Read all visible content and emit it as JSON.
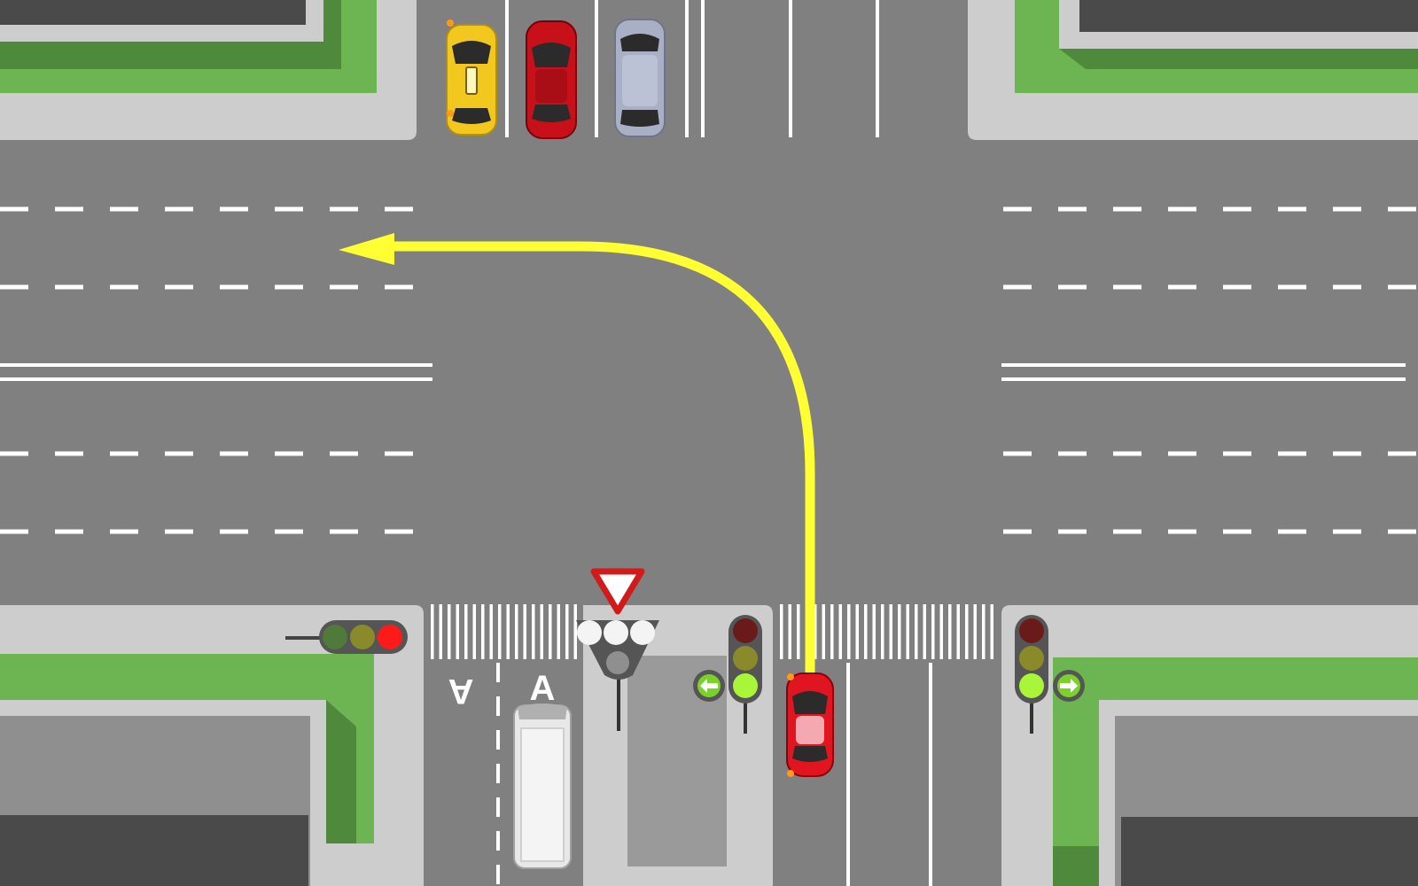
{
  "scene": {
    "colors": {
      "road": "#808080",
      "sidewalk": "#cdcdcd",
      "grass": "#6db552",
      "grass_dark": "#4f8a3c",
      "building_roof": "#8f8f8f",
      "building_top": "#4a4a4a",
      "marking": "#ffffff",
      "route_arrow": "#ffff33",
      "light_red": "#ff1a1a",
      "light_green": "#a8f53a",
      "light_off_red": "#6b1a1a",
      "light_off_yellow": "#8a8a2a",
      "light_off_green": "#4f7a3a"
    },
    "lane_letters": [
      "A",
      "A"
    ],
    "vehicles": [
      {
        "kind": "taxi",
        "color": "#f2c81e"
      },
      {
        "kind": "sedan",
        "color": "#c8101a"
      },
      {
        "kind": "minivan",
        "color": "#a9b0c6"
      },
      {
        "kind": "van",
        "color": "#e8e8e8"
      },
      {
        "kind": "player-car",
        "color": "#e0151f"
      }
    ],
    "traffic_lights": [
      {
        "position": "west",
        "active": "red"
      },
      {
        "position": "south-left-arrow",
        "active": "green",
        "arrow": "left"
      },
      {
        "position": "east-right-arrow",
        "active": "green",
        "arrow": "right"
      },
      {
        "position": "tram",
        "active": "white"
      }
    ],
    "signs": [
      {
        "type": "yield"
      }
    ],
    "route": {
      "maneuver": "left-turn"
    }
  }
}
